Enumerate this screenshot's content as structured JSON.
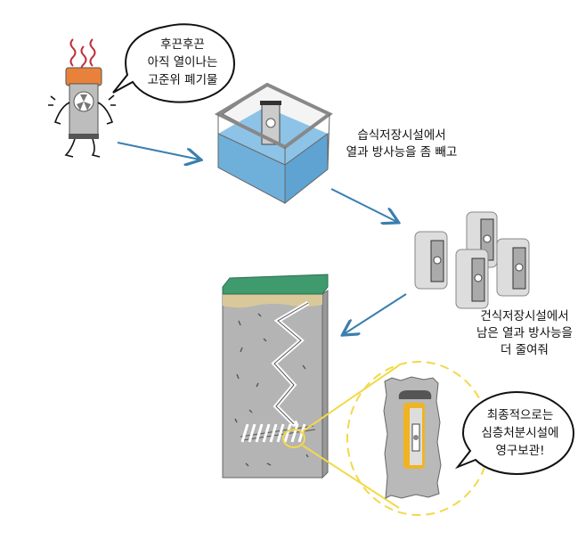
{
  "steps": [
    {
      "name": "hot-waste",
      "caption": "후끈후끈\n아직 열이나는\n고준위 폐기물"
    },
    {
      "name": "wet-storage",
      "caption": "습식저장시설에서\n열과 방사능을 좀 빼고"
    },
    {
      "name": "dry-storage",
      "caption": "건식저장시설에서\n남은 열과 방사능을\n더 줄여줘"
    },
    {
      "name": "deep-disposal",
      "caption": "최종적으로는\n심층처분시설에\n영구보관!"
    }
  ],
  "colors": {
    "arrow": "#3a7fae",
    "water": "#6fb0db",
    "canister": "#b9b9b9",
    "lid_orange": "#e8823a",
    "heat": "#c0303a",
    "grass": "#3f9a6e",
    "soil": "#d9c89a",
    "rock": "#b4b4b4",
    "highlight": "#f2d94a",
    "yellow_canister": "#f0b323"
  }
}
